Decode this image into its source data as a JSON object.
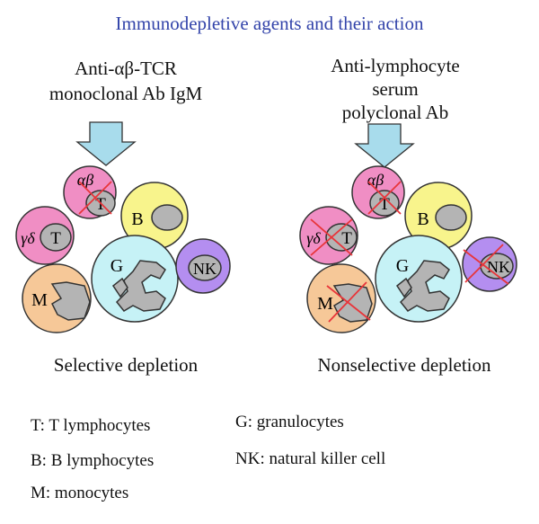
{
  "title": "Immunodepletive agents and their action",
  "left_panel": {
    "agent_line1": "Anti-αβ-TCR",
    "agent_line2": "monoclonal Ab IgM",
    "caption": "Selective depletion"
  },
  "right_panel": {
    "agent_line1": "Anti-lymphocyte",
    "agent_line2": "serum",
    "agent_line3": "polyclonal Ab",
    "caption": "Nonselective depletion"
  },
  "cell_labels": {
    "ab": "αβ",
    "t": "T",
    "gd": "γδ",
    "b": "B",
    "g": "G",
    "nk": "NK",
    "m": "M"
  },
  "legend": {
    "t": "T: T lymphocytes",
    "b": "B: B lymphocytes",
    "m": "M: monocytes",
    "g": "G: granulocytes",
    "nk": "NK: natural killer cell"
  },
  "colors": {
    "title": "#3344aa",
    "pink": "#f08ec4",
    "yellow": "#f8f48c",
    "cyan": "#c6f2f6",
    "purple": "#b48ef0",
    "orange": "#f6c898",
    "nucleus": "#b4b4b4",
    "arrow": "#a8dcec",
    "cross": "#e8353a"
  }
}
